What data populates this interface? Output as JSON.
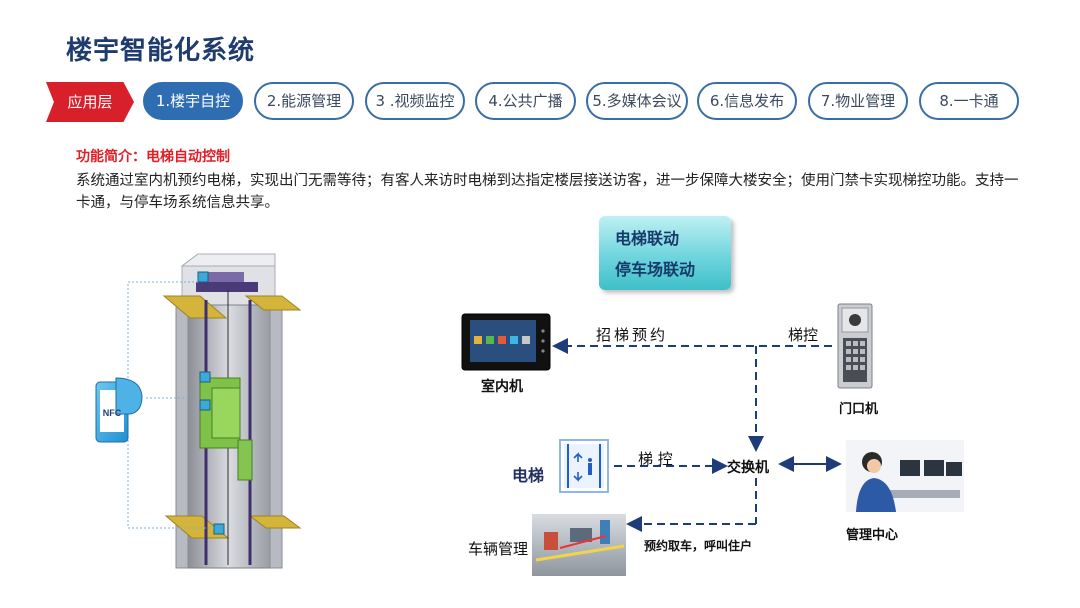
{
  "page_title": "楼宇智能化系统",
  "layer_tag": "应用层",
  "tabs": [
    {
      "label": "1.楼宇自控",
      "active": true
    },
    {
      "label": "2.能源管理",
      "active": false
    },
    {
      "label": "3 .视频监控",
      "active": false
    },
    {
      "label": "4.公共广播",
      "active": false
    },
    {
      "label": "5.多媒体会议",
      "active": false
    },
    {
      "label": "6.信息发布",
      "active": false
    },
    {
      "label": "7.物业管理",
      "active": false
    },
    {
      "label": "8.一卡通",
      "active": false
    }
  ],
  "function_title": "功能简介：电梯自动控制",
  "description": "系统通过室内机预约电梯，实现出门无需等待；有客人来访时电梯到达指定楼层接送访客，进一步保障大楼安全；使用门禁卡实现梯控功能。支持一卡通，与停车场系统信息共享。",
  "link_box": {
    "line1": "电梯联动",
    "line2": "停车场联动"
  },
  "diagram": {
    "nfc_label": "NFC",
    "indoor_unit": "室内机",
    "door_unit": "门口机",
    "elevator": "电梯",
    "switch": "交换机",
    "management_center": "管理中心",
    "vehicle_management": "车辆管理",
    "edge_reservation": "招梯预约",
    "edge_elevator_control_door": "梯控",
    "edge_elevator_control": "梯 控",
    "edge_parking": "预约取车，呼叫住户"
  },
  "colors": {
    "title": "#1f3c6e",
    "accent_red": "#d8202a",
    "tab_border": "#3a6da6",
    "tab_active": "#2f6db3",
    "arrow": "#1f3c7a"
  }
}
